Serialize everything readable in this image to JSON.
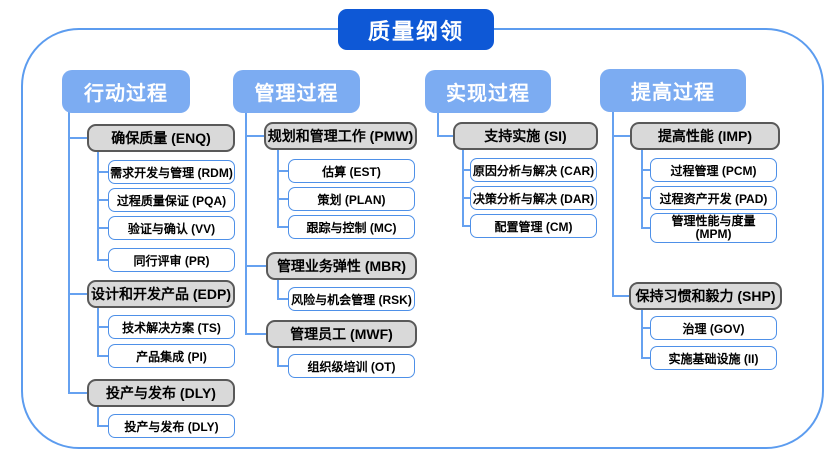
{
  "title": "质量纲领",
  "colors": {
    "title_bg": "#0E58D6",
    "header_bg": "#7CACF2",
    "frame_border": "#5C9CEF",
    "connector": "#66A1F0",
    "white_box_border": "#4E90E8",
    "gray_box_bg": "#D9D9D9",
    "gray_box_border": "#595959"
  },
  "columns": [
    {
      "header": "行动过程",
      "groups": [
        {
          "label": "确保质量 (ENQ)",
          "children": [
            "需求开发与管理 (RDM)",
            "过程质量保证 (PQA)",
            "验证与确认 (VV)",
            "同行评审 (PR)"
          ]
        },
        {
          "label": "设计和开发产品 (EDP)",
          "children": [
            "技术解决方案 (TS)",
            "产品集成 (PI)"
          ]
        },
        {
          "label": "投产与发布 (DLY)",
          "children": [
            "投产与发布 (DLY)"
          ]
        }
      ]
    },
    {
      "header": "管理过程",
      "groups": [
        {
          "label": "规划和管理工作 (PMW)",
          "children": [
            "估算 (EST)",
            "策划 (PLAN)",
            "跟踪与控制 (MC)"
          ]
        },
        {
          "label": "管理业务弹性 (MBR)",
          "children": [
            "风险与机会管理 (RSK)"
          ]
        },
        {
          "label": "管理员工 (MWF)",
          "children": [
            "组织级培训 (OT)"
          ]
        }
      ]
    },
    {
      "header": "实现过程",
      "groups": [
        {
          "label": "支持实施 (SI)",
          "children": [
            "原因分析与解决 (CAR)",
            "决策分析与解决 (DAR)",
            "配置管理 (CM)"
          ]
        }
      ]
    },
    {
      "header": "提高过程",
      "groups": [
        {
          "label": "提高性能 (IMP)",
          "children": [
            "过程管理 (PCM)",
            "过程资产开发 (PAD)",
            "管理性能与度量 (MPM)"
          ]
        },
        {
          "label": "保持习惯和毅力 (SHP)",
          "children": [
            "治理 (GOV)",
            "实施基础设施 (II)"
          ]
        }
      ]
    }
  ]
}
